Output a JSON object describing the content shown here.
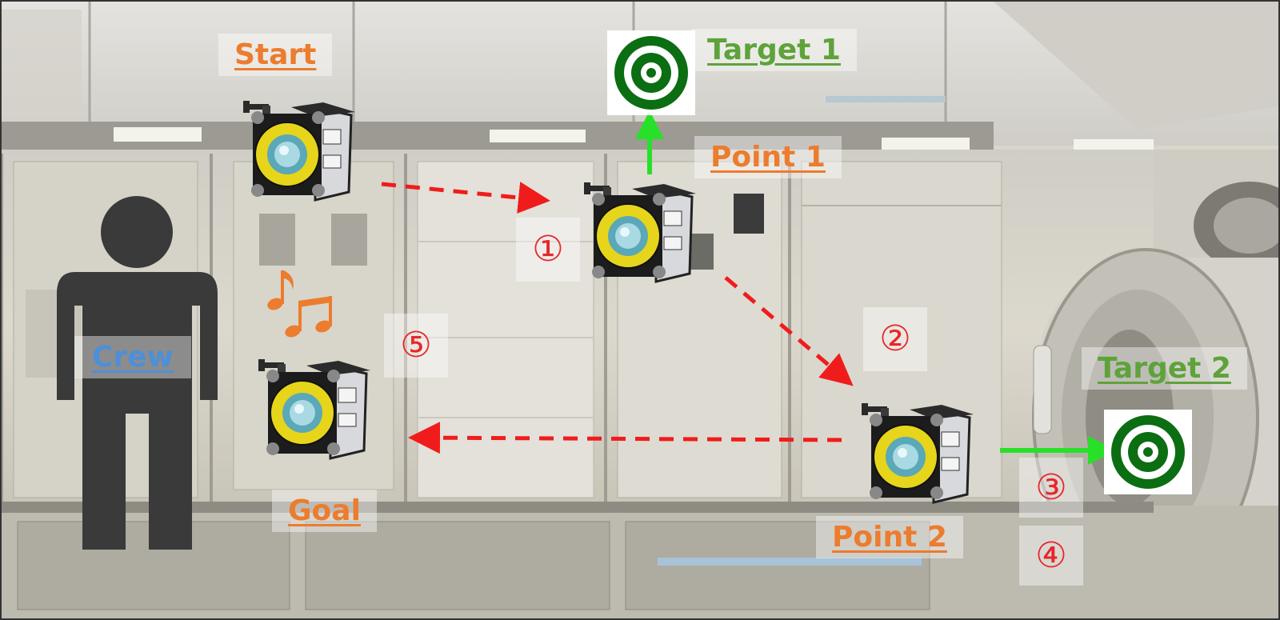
{
  "labels": {
    "start": "Start",
    "target1": "Target 1",
    "point1": "Point 1",
    "point2": "Point 2",
    "target2": "Target 2",
    "goal": "Goal",
    "crew": "Crew"
  },
  "steps": [
    "①",
    "②",
    "③",
    "④",
    "⑤"
  ],
  "colors": {
    "label_orange": "#ec7c2e",
    "label_green": "#5ea33a",
    "label_blue": "#4d8fd8",
    "step_red": "#e8262a",
    "path_arrow_red": "#f01c1c",
    "target_arrow_green": "#28e028",
    "target_green": "#0b6e12",
    "robot_yellow": "#e6d51b"
  },
  "icons": {
    "robots": [
      "robot-icon",
      "robot-icon",
      "robot-icon",
      "robot-icon"
    ],
    "targets": [
      "target-icon",
      "target-icon"
    ],
    "crew": "person-icon",
    "music": "music-note-icon"
  }
}
